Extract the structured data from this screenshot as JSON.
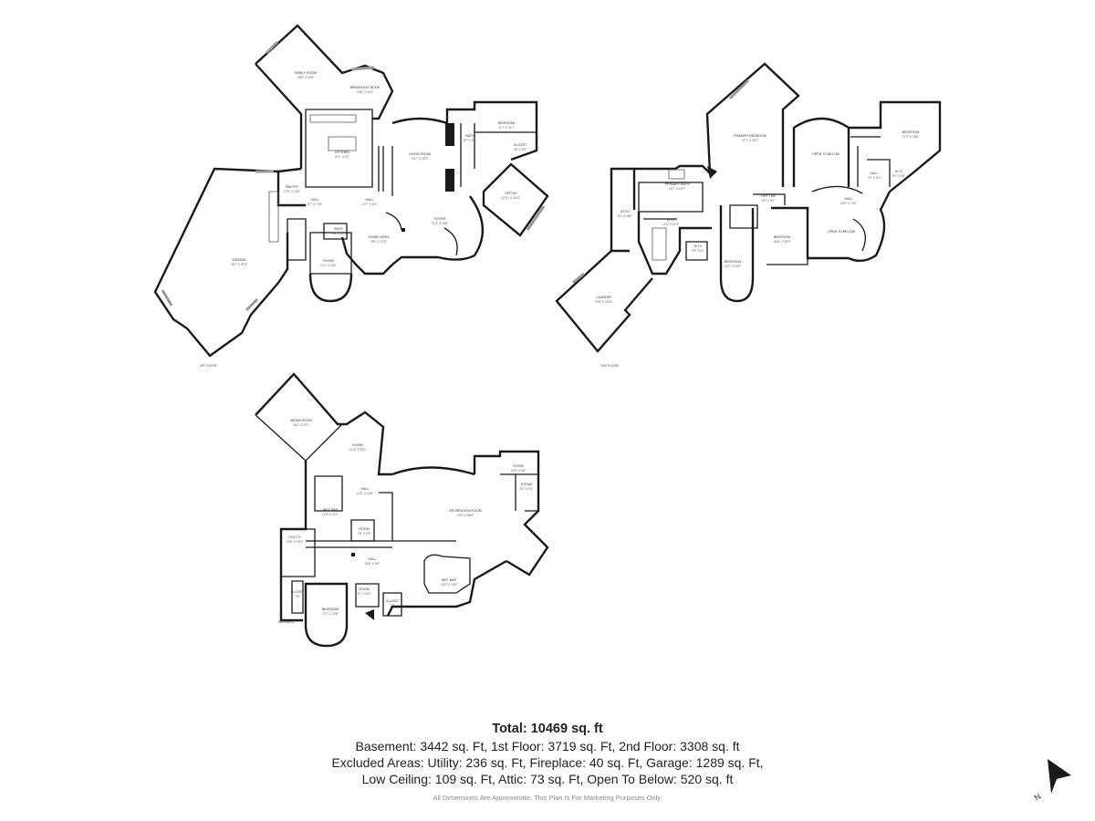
{
  "floors": {
    "first": {
      "label": "1ST FLOOR",
      "rooms": [
        {
          "name": "FAMILY ROOM",
          "dim": "28'5\" X 16'8\""
        },
        {
          "name": "BREAKFAST NOOK",
          "dim": "12'8\" X 14'3\""
        },
        {
          "name": "KITCHEN",
          "dim": "20'1\" X 20'\""
        },
        {
          "name": "LIVING ROOM",
          "dim": "19'7\" X 22'2\""
        },
        {
          "name": "BEDROOM",
          "dim": "17'7\" X 11'7\""
        },
        {
          "name": "BATH",
          "dim": "8'7\" X 5'9\""
        },
        {
          "name": "CLOSET",
          "dim": "4'8\" X 6'5\""
        },
        {
          "name": "OFFICE",
          "dim": "12'11\" X 16'11\""
        },
        {
          "name": "PANTRY",
          "dim": "12'0\" X 10'5\""
        },
        {
          "name": "HALL",
          "dim": "5'7\" X 7'10\""
        },
        {
          "name": "HALL",
          "dim": "17'7\" X 5'2\""
        },
        {
          "name": "FOYER",
          "dim": "21'3\" X 19'8\""
        },
        {
          "name": "DINING AREA",
          "dim": "18'1\" X 17'5\""
        },
        {
          "name": "BATH",
          "dim": "6'0\" X 6'3\""
        },
        {
          "name": "ROOM",
          "dim": "12'1\" X 19'2\""
        },
        {
          "name": "GARAGE",
          "dim": "25'1\" X 37'8\""
        }
      ]
    },
    "second": {
      "label": "2ND FLOOR",
      "rooms": [
        {
          "name": "PRIMARY BEDROOM",
          "dim": "21'7\" X 30'2\""
        },
        {
          "name": "OPEN TO BELOW",
          "dim": ""
        },
        {
          "name": "BEDROOM",
          "dim": "17'3\" X 15'8\""
        },
        {
          "name": "HALL",
          "dim": "7'5\" X 6'1\""
        },
        {
          "name": "W.I.C",
          "dim": "5'1\" X 5'8\""
        },
        {
          "name": "PRIMARY BATH",
          "dim": "16'7\" X 10'7\""
        },
        {
          "name": "HOT TUB",
          "dim": "9'5\" X 5'2\""
        },
        {
          "name": "HALL",
          "dim": "24'0\" X 7'10\""
        },
        {
          "name": "ATTIC",
          "dim": "8'1\" X 28'2\""
        },
        {
          "name": "W.I.C",
          "dim": "12'3\" X 27'4\""
        },
        {
          "name": "W.I.C",
          "dim": "5'9\" X 6'1\""
        },
        {
          "name": "BEDROOM",
          "dim": "12'7\" X 22'9\""
        },
        {
          "name": "BEDROOM",
          "dim": "18'11\" X 18'0\""
        },
        {
          "name": "OPEN TO BELOW",
          "dim": ""
        },
        {
          "name": "LAUNDRY",
          "dim": "22'8\" X 19'11\""
        }
      ]
    },
    "basement": {
      "label": "BASEMENT",
      "rooms": [
        {
          "name": "MEDIA ROOM",
          "dim": "16'4\" X 20'1\""
        },
        {
          "name": "ROOM",
          "dim": "12'10\" X 30'1\""
        },
        {
          "name": "HALL",
          "dim": "12'2\" X 14'8\""
        },
        {
          "name": "WET BAR",
          "dim": "12'5\" X 22'0\""
        },
        {
          "name": "ROOM",
          "dim": "7'8\" X 6'4\""
        },
        {
          "name": "RECREATION ROOM",
          "dim": "40'3\" X 39'6\""
        },
        {
          "name": "ROOM",
          "dim": "10'0\" X 6'5\""
        },
        {
          "name": "STEAM",
          "dim": "6'1\" X 6'1\""
        },
        {
          "name": "UTILITY",
          "dim": "13'5\" X 15'3\""
        },
        {
          "name": "HALL",
          "dim": "32'8\" X 5'8\""
        },
        {
          "name": "WET BAR",
          "dim": "15'0\" X 14'8\""
        },
        {
          "name": "CLOSET",
          "dim": "7'6\""
        },
        {
          "name": "BEDROOM",
          "dim": "12'7\" X 22'8\""
        },
        {
          "name": "ROOM",
          "dim": "6'1\" X 5'4\""
        },
        {
          "name": "CLOSET",
          "dim": "7'0\""
        }
      ]
    }
  },
  "summary": {
    "total": "Total: 10469 sq. ft",
    "line1": "Basement: 3442 sq. Ft, 1st Floor: 3719 sq. Ft, 2nd Floor: 3308 sq. ft",
    "line2": "Excluded Areas: Utility: 236 sq. Ft, Fireplace: 40 sq. Ft, Garage: 1289 sq. Ft,",
    "line3": "Low Ceiling: 109 sq. Ft, Attic: 73 sq. Ft, Open To Below: 520 sq. ft"
  },
  "disclaimer": "All Dimensions Are Approximate. This Plan Is For Marketing Purposes Only.",
  "compass": {
    "letter": "N",
    "icon": "north-arrow-icon"
  }
}
